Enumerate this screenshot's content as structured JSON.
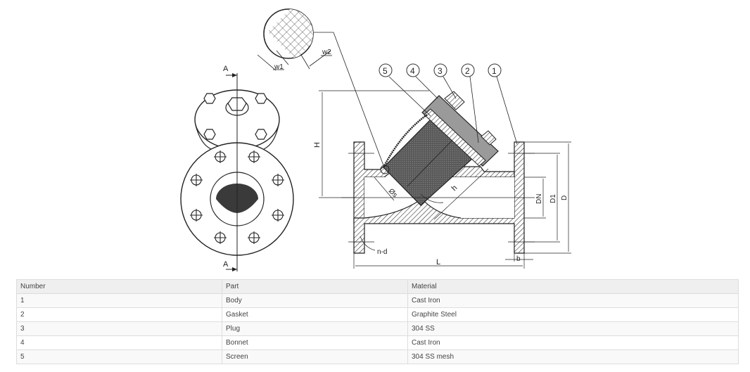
{
  "drawing": {
    "title": "Y-strainer technical drawing",
    "section_labels": [
      "A",
      "A"
    ],
    "detail_labels": {
      "w1": "w1",
      "w2": "w2"
    },
    "callouts": [
      "5",
      "4",
      "3",
      "2",
      "1"
    ],
    "dimensions": {
      "H": "H",
      "h": "h",
      "screen_dia": "Øs",
      "DN": "DN",
      "D1": "D1",
      "D": "D",
      "L": "L",
      "b": "b",
      "n_d": "n-d"
    }
  },
  "parts_table": {
    "headers": [
      "Number",
      "Part",
      "Material"
    ],
    "rows": [
      [
        "1",
        "Body",
        "Cast Iron"
      ],
      [
        "2",
        "Gasket",
        "Graphite Steel"
      ],
      [
        "3",
        "Plug",
        "304 SS"
      ],
      [
        "4",
        "Bonnet",
        "Cast Iron"
      ],
      [
        "5",
        "Screen",
        "304 SS mesh"
      ]
    ]
  }
}
